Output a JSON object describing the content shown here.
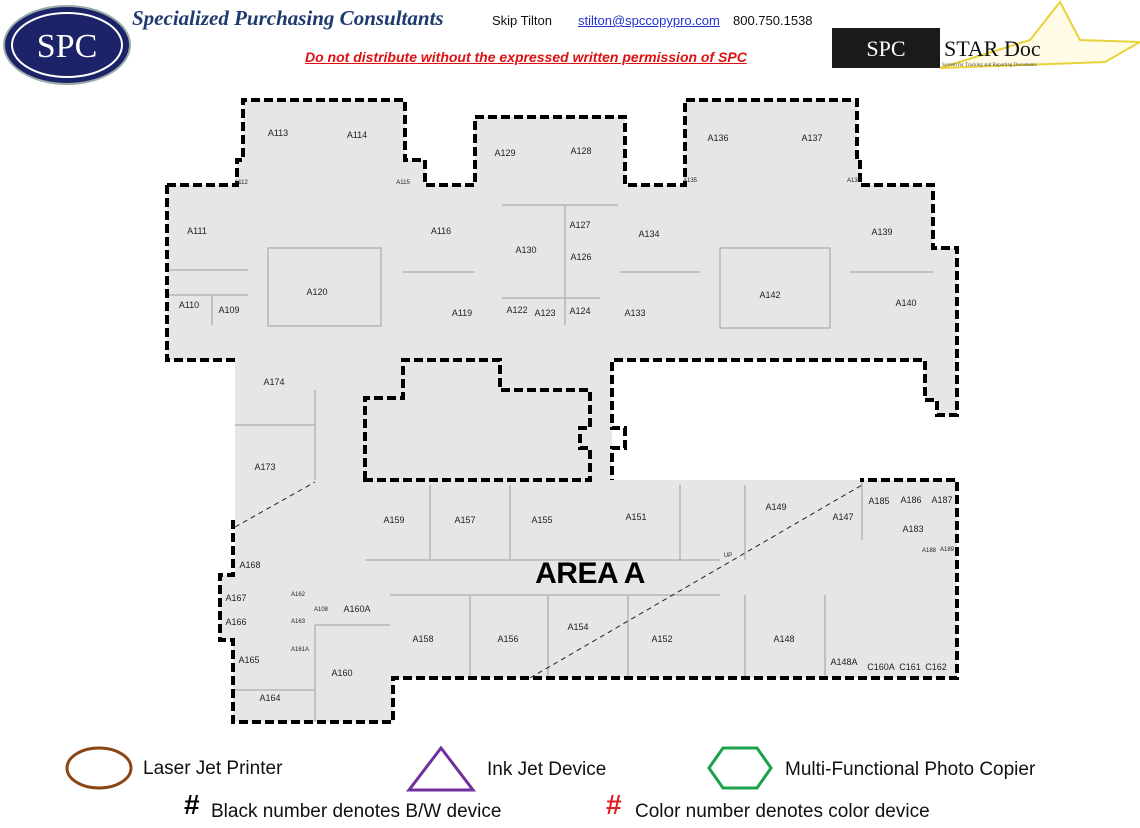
{
  "header": {
    "logo_text": "SPC",
    "company": "Specialized Purchasing Consultants",
    "contact_name": "Skip Tilton",
    "contact_email": "stilton@spccopypro.com",
    "contact_phone": "800.750.1538",
    "warning": "Do not distribute without the expressed written permission of SPC",
    "stardoc_logo": "SPC STAR Doc",
    "stardoc_sub": "System for Tracking and Reporting Documents"
  },
  "plan": {
    "area_label": "AREA A",
    "up_label": "UP",
    "rooms": [
      "A113",
      "A114",
      "A129",
      "A128",
      "A136",
      "A137",
      "A112",
      "A115",
      "A135",
      "A138",
      "A111",
      "A116",
      "A127",
      "A130",
      "A126",
      "A134",
      "A139",
      "A120",
      "A142",
      "A110",
      "A109",
      "A119",
      "A122",
      "A123",
      "A124",
      "A133",
      "A140",
      "A174",
      "A173",
      "A159",
      "A157",
      "A155",
      "A151",
      "A149",
      "A147",
      "A185",
      "A186",
      "A187",
      "A183",
      "A188",
      "A189",
      "A168",
      "A167",
      "A162",
      "A108",
      "A160A",
      "A166",
      "A163",
      "A158",
      "A156",
      "A154",
      "A152",
      "A148",
      "A165",
      "A161A",
      "A160",
      "A148A",
      "C160A",
      "C161",
      "C162",
      "A164"
    ]
  },
  "legend": {
    "laser": "Laser Jet Printer",
    "inkjet": "Ink Jet Device",
    "mfp": "Multi-Functional Photo Copier",
    "bw_symbol": "#",
    "bw": "Black number denotes B/W device",
    "color_symbol": "#",
    "color": "Color number denotes color device",
    "colors": {
      "laser": "#8b4513",
      "inkjet": "#7030a0",
      "mfp": "#1aa34a",
      "color_hash": "#e02020"
    }
  }
}
